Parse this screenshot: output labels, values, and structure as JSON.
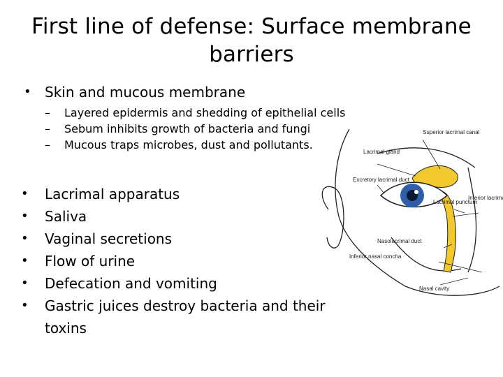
{
  "slide": {
    "title": "First line of defense: Surface membrane barriers",
    "main_bullet": "Skin and mucous membrane",
    "sub_bullets": [
      "Layered epidermis and shedding of epithelial cells",
      "Sebum inhibits growth of bacteria and fungi",
      "Mucous traps microbes, dust and pollutants."
    ],
    "bullets": [
      "Lacrimal apparatus",
      "Saliva",
      "Vaginal secretions",
      "Flow of urine",
      "Defecation and vomiting",
      "Gastric juices destroy bacteria and their toxins"
    ]
  },
  "diagram": {
    "labels": {
      "superior_canal": "Superior lacrimal canal",
      "lacrimal_gland": "Lacrimal gland",
      "excretory_duct": "Excretory lacrimal duct",
      "lacrimal_punctum": "Lacrimal punctum",
      "inferior_canal": "Inferior lacrimal canal",
      "nasolacrimal_duct": "Nasolacrimal duct",
      "inferior_concha": "Inferior nasal concha",
      "nasal_cavity": "Nasal cavity"
    }
  },
  "colors": {
    "text": "#000000",
    "gland": "#f2c92c",
    "iris": "#2e5fa8"
  }
}
